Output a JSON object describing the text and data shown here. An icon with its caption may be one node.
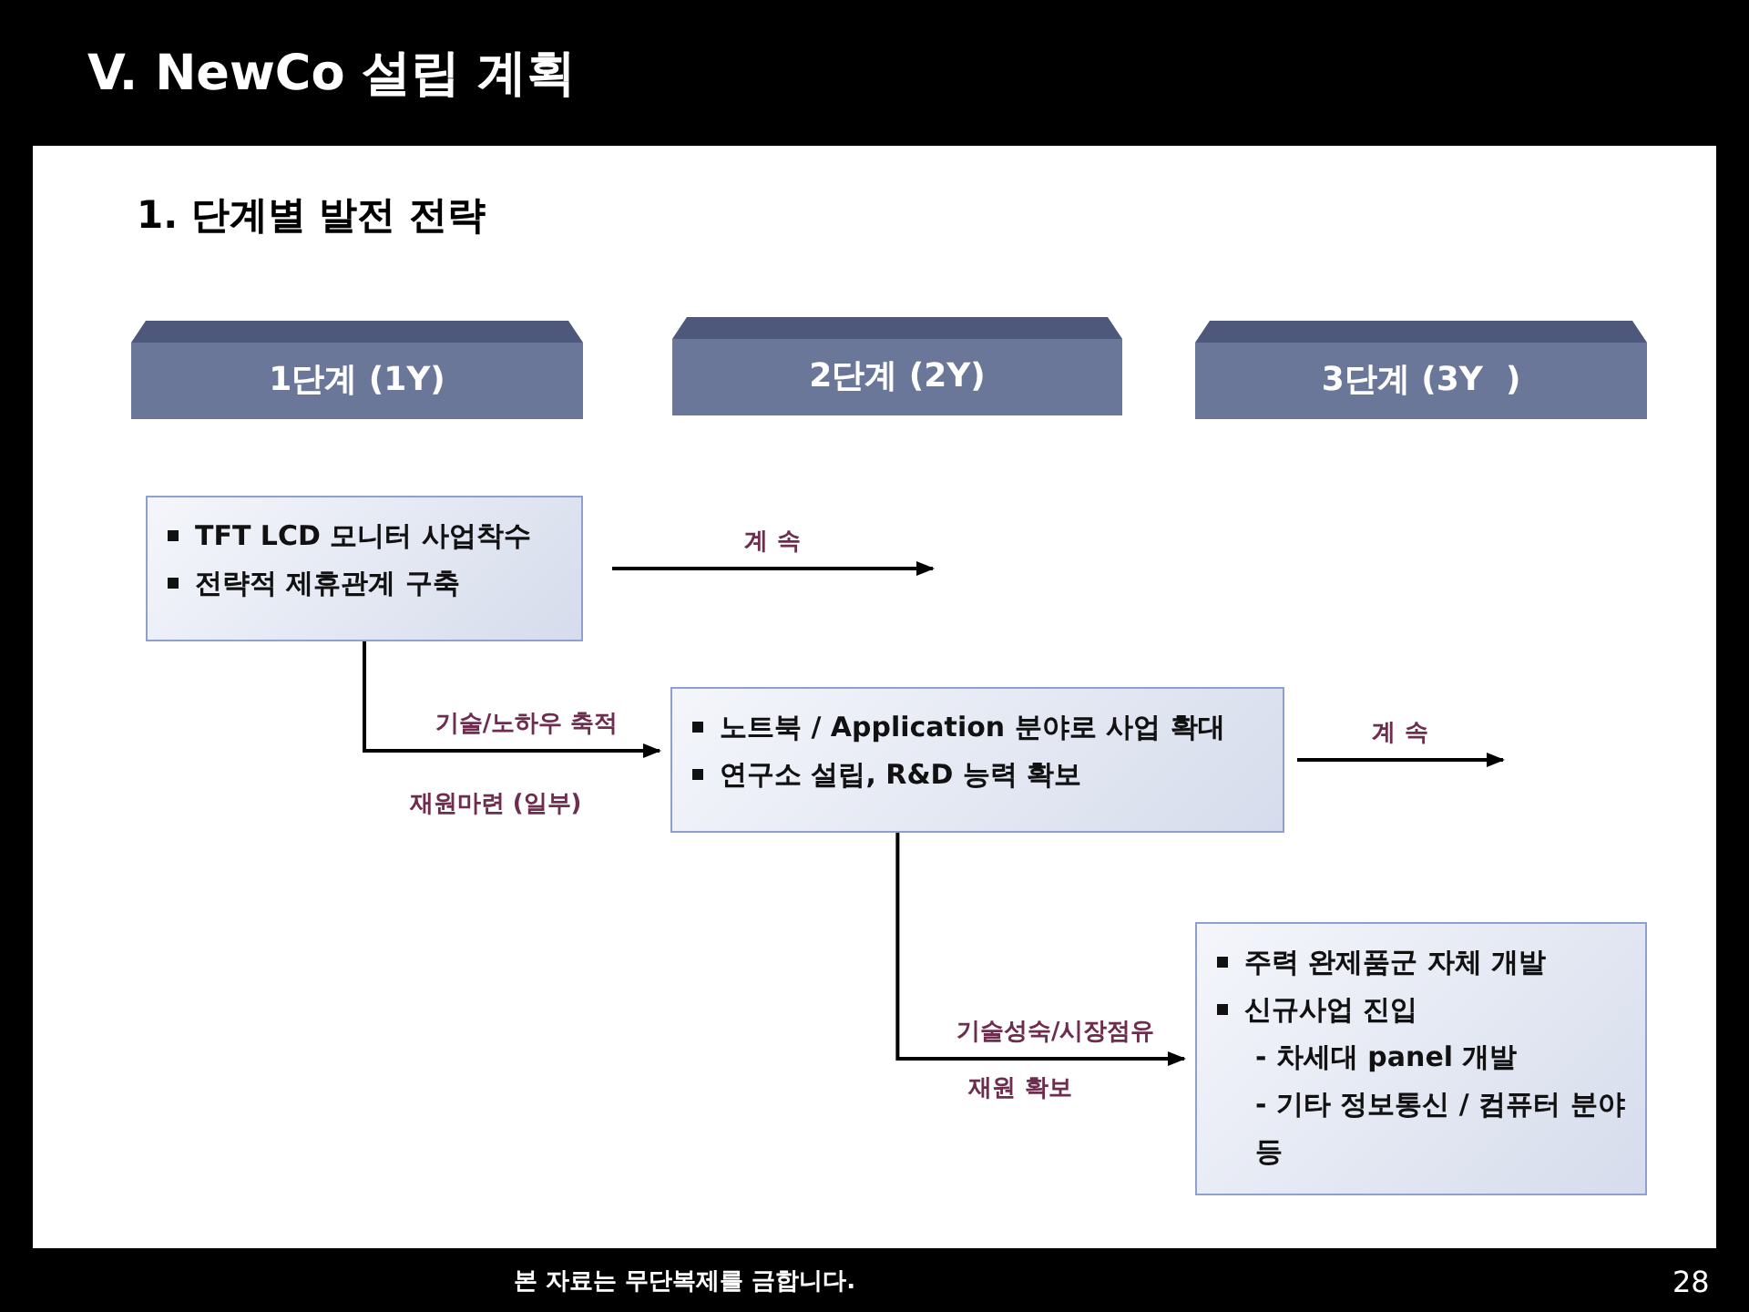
{
  "diagram": {
    "title": "V. NewCo 설립 계획",
    "nodes": [
      {
        "text": [
          "1단계 (1Y)"
        ]
      },
      {
        "text": [
          "2단계 (2Y)"
        ]
      },
      {
        "text": [
          "3단계 (3Y  )"
        ]
      },
      {
        "text": [
          "TFT LCD 모니터 사업착수",
          "전략적 제휴관계 구축"
        ]
      },
      {
        "text": [
          "노트북 / Application 분야로 사업 확대",
          "연구소 설립, R&D 능력 확보"
        ]
      },
      {
        "text": [
          "주력 완제품군 자체 개발",
          "신규사업 진입",
          "- 차세대 panel 개발",
          "- 기타 정보통신 / 컴퓨터 분야 등"
        ]
      }
    ],
    "edges": [
      {
        "from": 3,
        "to": null,
        "arrow": "to",
        "label": "계 속"
      },
      {
        "from": 3,
        "to": 4,
        "arrow": "to",
        "label": "기술/노하우 축적"
      },
      {
        "from": 4,
        "to": null,
        "arrow": "to",
        "label": "계 속"
      },
      {
        "from": 4,
        "to": 5,
        "arrow": "to",
        "label": "기술성숙/시장점유"
      }
    ],
    "labels": [
      "1. 단계별 발전 전략",
      "재원마련 (일부)",
      "재원 확보",
      "본 자료는 무단복제를 금합니다.",
      "28"
    ]
  }
}
